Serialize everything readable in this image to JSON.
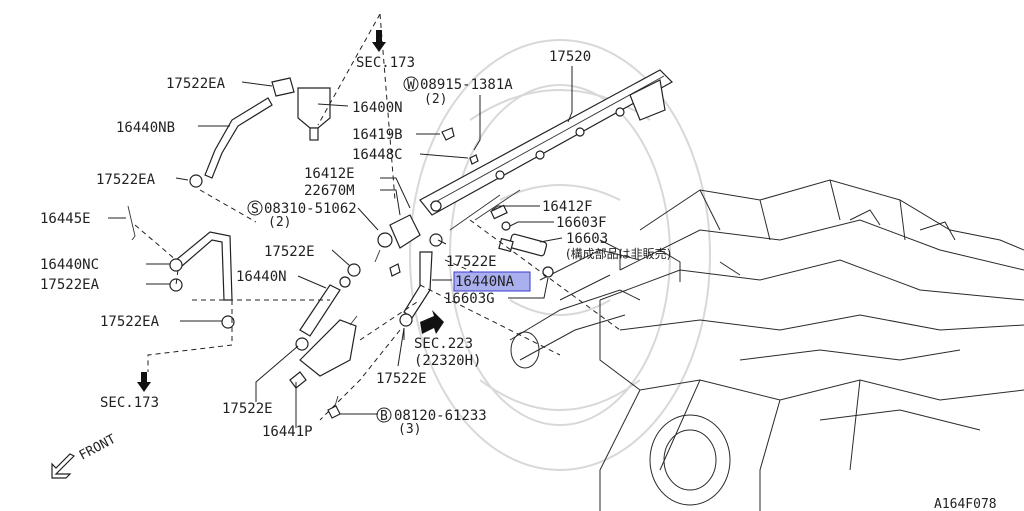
{
  "diagram": {
    "figure_code": "A164F078",
    "front_label": "FRONT",
    "highlight_color": "#aab0ee",
    "highlighted_part": "16440NA",
    "labels": {
      "sec173_top": "SEC.173",
      "p17522EA_1": "17522EA",
      "p16400N": "16400N",
      "p16440NB": "16440NB",
      "p08915": "08915-1381A",
      "p08915_qty": "(2)",
      "p08915_prefix": "W",
      "p17520": "17520",
      "p16419B": "16419B",
      "p16448C": "16448C",
      "p17522EA_2": "17522EA",
      "p16412E": "16412E",
      "p22670M": "22670M",
      "p08310": "08310-51062",
      "p08310_qty": "(2)",
      "p08310_prefix": "S",
      "p16445E": "16445E",
      "p16412F": "16412F",
      "p16603F": "16603F",
      "p16603": "16603",
      "p16603_note": "(構成部品は非販売)",
      "p17522E_1": "17522E",
      "p17522E_2": "17522E",
      "p16440NC": "16440NC",
      "p17522EA_3": "17522EA",
      "p16440N": "16440N",
      "p16440NA": "16440NA",
      "p16603G": "16603G",
      "p17522EA_4": "17522EA",
      "sec223": "SEC.223",
      "sec223_ref": "(22320H)",
      "p17522E_3": "17522E",
      "sec173_bottom": "SEC.173",
      "p17522E_4": "17522E",
      "p08120": "08120-61233",
      "p08120_qty": "(3)",
      "p08120_prefix": "B",
      "p16441P": "16441P"
    }
  }
}
